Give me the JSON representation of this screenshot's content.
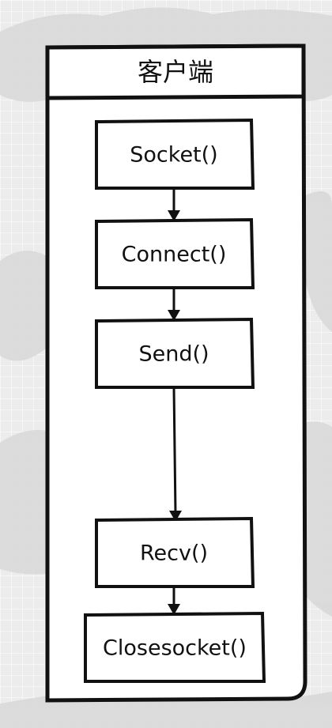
{
  "pool": {
    "title": "客户端"
  },
  "nodes": [
    {
      "id": "socket",
      "label": "Socket()"
    },
    {
      "id": "connect",
      "label": "Connect()"
    },
    {
      "id": "send",
      "label": "Send()"
    },
    {
      "id": "recv",
      "label": "Recv()"
    },
    {
      "id": "closesocket",
      "label": "Closesocket()"
    }
  ],
  "edges": [
    {
      "from": "socket",
      "to": "connect"
    },
    {
      "from": "connect",
      "to": "send"
    },
    {
      "from": "send",
      "to": "recv"
    },
    {
      "from": "recv",
      "to": "closesocket"
    }
  ],
  "colors": {
    "stroke": "#111111",
    "fill": "#ffffff",
    "background": "#ececec"
  }
}
